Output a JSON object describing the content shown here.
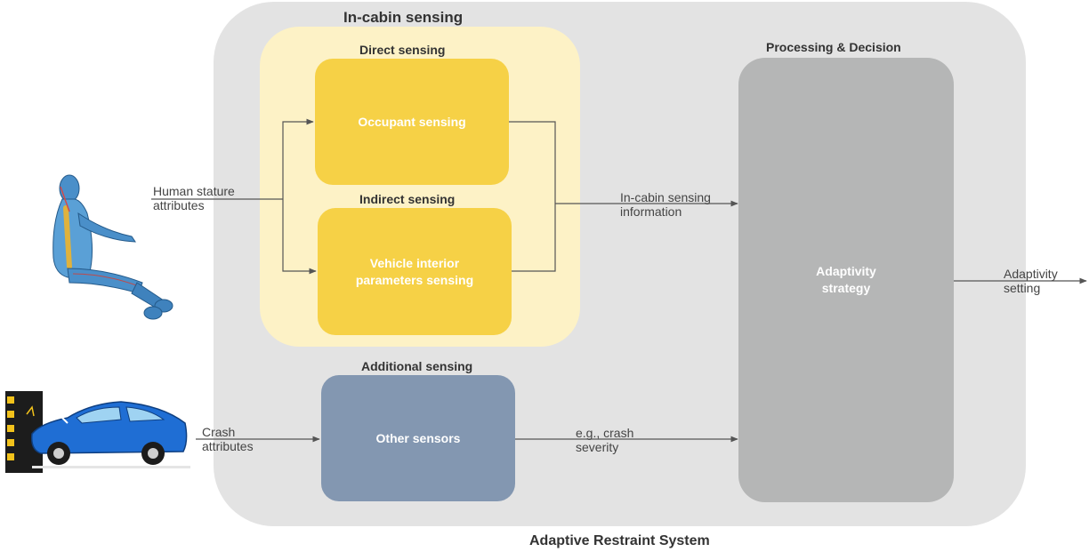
{
  "diagram": {
    "system_title": "Adaptive Restraint System",
    "incabin_title": "In-cabin sensing",
    "direct_title": "Direct sensing",
    "indirect_title": "Indirect sensing",
    "additional_title": "Additional sensing",
    "processing_title": "Processing & Decision",
    "boxes": {
      "occupant": "Occupant sensing",
      "vehicle_interior": "Vehicle interior\nparameters sensing",
      "other_sensors": "Other sensors",
      "adaptivity_strategy": "Adaptivity\nstrategy"
    },
    "edge_labels": {
      "human_stature": "Human stature\nattributes",
      "crash_attributes": "Crash\nattributes",
      "incabin_info": "In-cabin sensing\ninformation",
      "crash_severity": "e.g., crash\nseverity",
      "adaptivity_setting": "Adaptivity\nsetting"
    },
    "colors": {
      "outer_region": "#e3e3e3",
      "incabin_region": "#fdf2c6",
      "yellow_box": "#f6d146",
      "blue_box": "#8397b1",
      "grey_box": "#b5b6b6",
      "arrow": "#555555"
    },
    "icons": [
      "seated-human-model-icon",
      "crashed-car-icon"
    ]
  }
}
